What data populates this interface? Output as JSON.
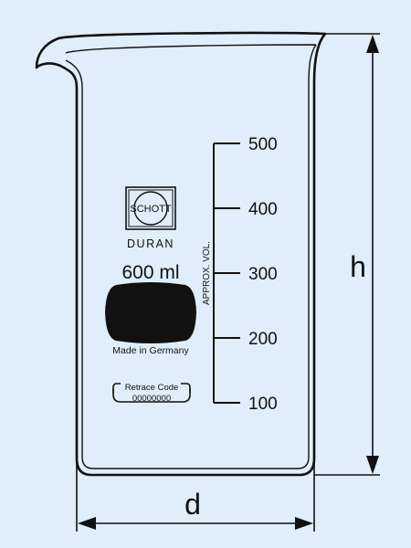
{
  "colors": {
    "background": "#dfeefa",
    "stroke": "#111111",
    "label_fill": "#111111"
  },
  "logo": {
    "brand": "SCHOTT",
    "line": "DURAN"
  },
  "beaker": {
    "capacity": "600 ml",
    "origin": "Made in Germany",
    "retrace_label": "Retrace Code",
    "retrace_code": "00000000"
  },
  "scale": {
    "title": "APPROX. VOL.",
    "ticks": [
      "500",
      "400",
      "300",
      "200",
      "100"
    ]
  },
  "dimensions": {
    "height_label": "h",
    "diameter_label": "d"
  }
}
